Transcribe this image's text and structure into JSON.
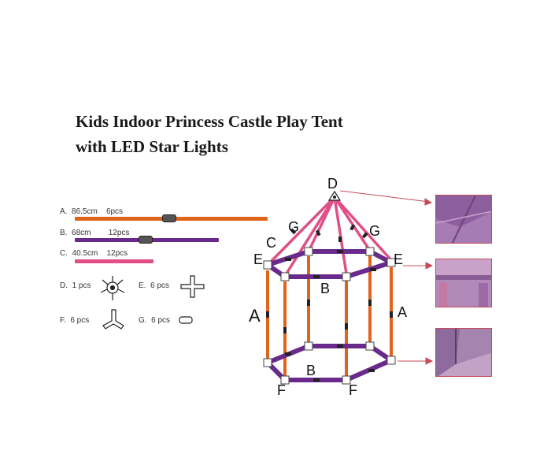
{
  "title": {
    "line1": "Kids Indoor Princess Castle Play Tent",
    "line2": "with LED Star Lights"
  },
  "parts": [
    {
      "letter": "A.",
      "length": "86.5cm",
      "qty": "6pcs",
      "color": "#e0651c"
    },
    {
      "letter": "B.",
      "length": "68cm",
      "qty": "12pcs",
      "color": "#6a2a8c"
    },
    {
      "letter": "C.",
      "length": "40.5cm",
      "qty": "12pcs",
      "color": "#e04f86"
    }
  ],
  "connectors": {
    "D": {
      "letter": "D.",
      "qty": "1 pcs"
    },
    "E": {
      "letter": "E.",
      "qty": "6 pcs"
    },
    "F": {
      "letter": "F.",
      "qty": "6 pcs"
    },
    "G": {
      "letter": "G.",
      "qty": "6 pcs"
    }
  },
  "diagram_labels": {
    "D": "D",
    "C": "C",
    "G_left": "G",
    "G_right": "G",
    "E_left": "E",
    "E_right": "E",
    "B_top": "B",
    "B_bottom": "B",
    "A_left": "A",
    "A_right": "A",
    "F_left": "F",
    "F_right": "F"
  },
  "colors": {
    "rod_A": "#e0651c",
    "rod_B": "#6a2a8c",
    "rod_C": "#e04f86",
    "arrow": "#c74b5b",
    "photo_fill": "#b48ab8"
  }
}
